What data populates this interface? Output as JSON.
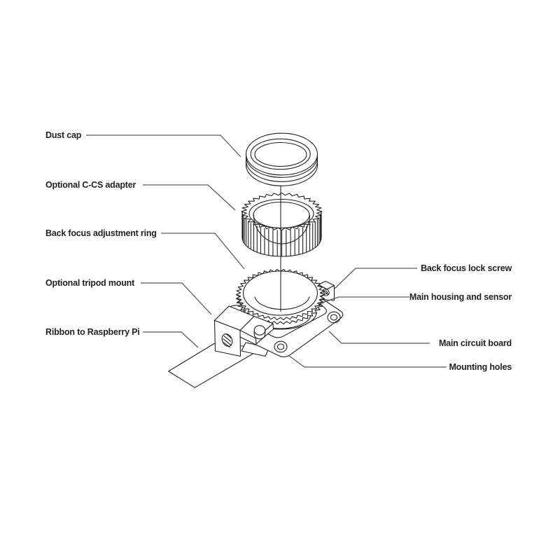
{
  "colors": {
    "background": "#ffffff",
    "artwork_line": "#231f20",
    "leader_line": "#575757",
    "label_text": "#231f20"
  },
  "part_labels": {
    "left": [
      {
        "text": "Dust cap"
      },
      {
        "text": "Optional C-CS adapter"
      },
      {
        "text": "Back focus adjustment ring"
      },
      {
        "text": "Optional tripod mount"
      },
      {
        "text": "Ribbon to Raspberry Pi"
      }
    ],
    "right": [
      {
        "text": "Back focus lock screw"
      },
      {
        "text": "Main housing and sensor"
      },
      {
        "text": "Main circuit board"
      },
      {
        "text": "Mounting holes"
      }
    ]
  }
}
